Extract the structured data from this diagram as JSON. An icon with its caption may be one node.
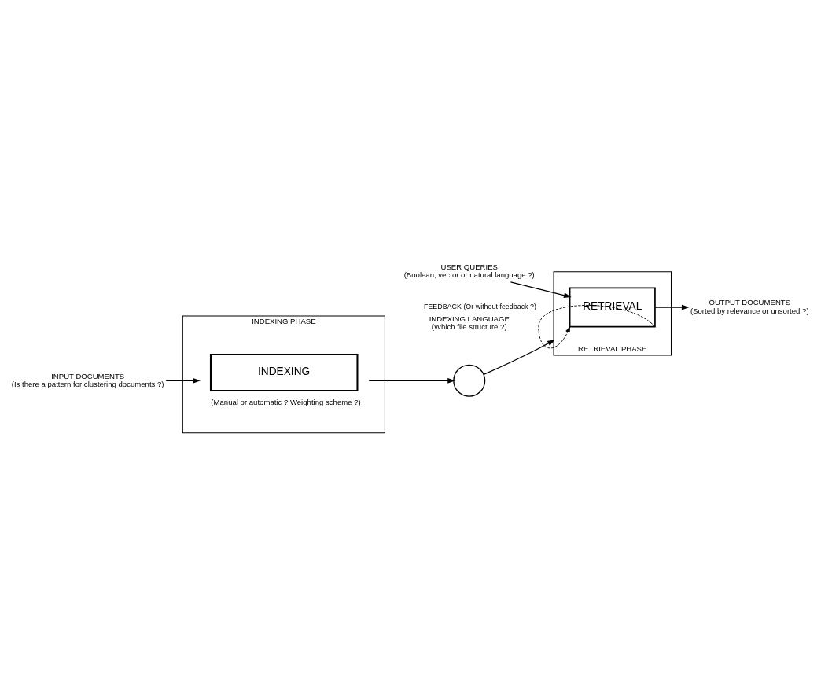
{
  "diagram": {
    "nodes": [
      {
        "text": [
          "INDEXING PHASE"
        ]
      },
      {
        "text": [
          "INPUT DOCUMENTS",
          "(Is there a pattern for clustering documents ?)"
        ]
      },
      {
        "text": [
          "INDEXING"
        ],
        "in": 0,
        "beside": [
          "(Manual or automatic ? Weighting scheme ?)"
        ]
      },
      {
        "text": [],
        "shape": "circle",
        "beside": [
          "INDEXING LANGUAGE",
          "(Which file structure ?)"
        ]
      },
      {
        "text": [
          "RETRIEVAL PHASE"
        ]
      },
      {
        "text": [
          "USER QUERIES",
          "(Boolean, vector or natural language ?)"
        ]
      },
      {
        "text": [
          "RETRIEVAL"
        ],
        "in": 4
      },
      {
        "text": [
          "OUTPUT DOCUMENTS",
          "(Sorted by relevance or unsorted ?)"
        ]
      }
    ],
    "edges": [
      {
        "from": 1,
        "to": 2,
        "arrow": "to"
      },
      {
        "from": 2,
        "to": 3,
        "arrow": "to"
      },
      {
        "from": 3,
        "to": 4,
        "arrow": "to"
      },
      {
        "from": 5,
        "to": 6,
        "arrow": "to"
      },
      {
        "from": 6,
        "to": 7,
        "arrow": "to"
      },
      {
        "from": 6,
        "to": 6,
        "arrow": "to",
        "style": "dashed",
        "label": "FEEDBACK (Or without feedback ?)"
      }
    ]
  }
}
